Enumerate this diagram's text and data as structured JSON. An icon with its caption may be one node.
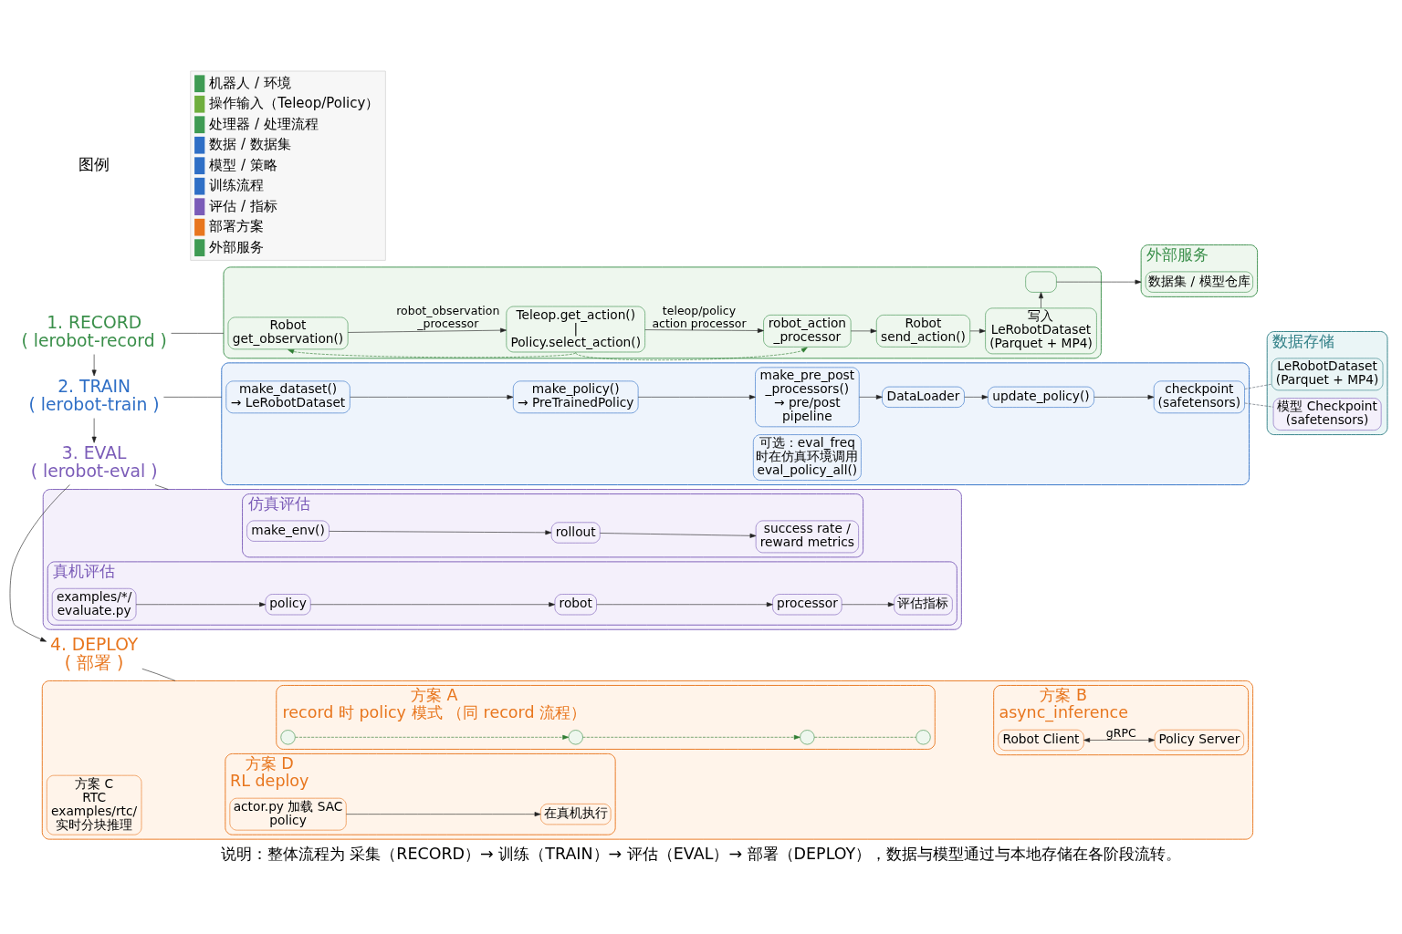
{
  "diagram": {
    "caption": "说明：整体流程为 采集（RECORD）→ 训练（TRAIN）→ 评估（EVAL）→ 部署（DEPLOY），数据与模型通过与本地存储在各阶段流转。",
    "nodes": [
      {
        "text": [
          "1. RECORD",
          "( lerobot-record )"
        ]
      },
      {
        "text": [],
        "shape": "box"
      },
      {
        "text": [
          "Robot",
          "get_observation()"
        ],
        "in": 1
      },
      {
        "text": [
          "Teleop.get_action() | Policy.select_action()"
        ],
        "in": 1
      },
      {
        "text": [
          "robot_action _processor"
        ],
        "in": 1
      },
      {
        "text": [
          "Robot",
          "send_action()"
        ],
        "in": 1
      },
      {
        "text": [
          "写入",
          "LeRobotDataset (Parquet + MP4)"
        ],
        "in": 1
      },
      {
        "text": [],
        "shape": "box",
        "in": 1
      },
      {
        "text": [
          "2. TRAIN",
          "( lerobot-train )"
        ]
      },
      {
        "text": [],
        "shape": "box"
      },
      {
        "text": [
          "make_dataset()",
          "→ LeRobotDataset"
        ],
        "in": 9
      },
      {
        "text": [
          "make_policy()",
          "→ PreTrainedPolicy"
        ],
        "in": 9
      },
      {
        "text": [
          "make_pre_post _processors()",
          "→ pre/post pipeline"
        ],
        "in": 9
      },
      {
        "text": [
          "DataLoader"
        ],
        "in": 9
      },
      {
        "text": [
          "update_policy()"
        ],
        "in": 9
      },
      {
        "text": [
          "checkpoint (safetensors)"
        ],
        "in": 9
      },
      {
        "text": [
          "可选：eval_freq 时在仿真环境调用 eval_policy_all()"
        ],
        "in": 9
      },
      {
        "text": [
          "3. EVAL",
          "( lerobot-eval )"
        ]
      },
      {
        "text": [],
        "shape": "box"
      },
      {
        "text": [
          "仿真评估"
        ],
        "in": 18
      },
      {
        "text": [
          "make_env()"
        ],
        "in": 19
      },
      {
        "text": [
          "rollout"
        ],
        "in": 19
      },
      {
        "text": [
          "success rate / reward metrics"
        ],
        "in": 19
      },
      {
        "text": [
          "真机评估"
        ],
        "in": 18
      },
      {
        "text": [
          "examples/*/ evaluate.py"
        ],
        "in": 23
      },
      {
        "text": [
          "policy"
        ],
        "in": 23
      },
      {
        "text": [
          "robot"
        ],
        "in": 23
      },
      {
        "text": [
          "processor"
        ],
        "in": 23
      },
      {
        "text": [
          "评估指标"
        ],
        "in": 23
      },
      {
        "text": [
          "4. DEPLOY",
          "( 部署 )"
        ]
      },
      {
        "text": [],
        "shape": "box"
      },
      {
        "text": [
          "方案 A",
          "record 时 policy 模式 （同 record 流程）"
        ],
        "in": 30
      },
      {
        "text": [],
        "shape": "circle",
        "in": 31
      },
      {
        "text": [],
        "shape": "circle",
        "in": 31
      },
      {
        "text": [],
        "shape": "circle",
        "in": 31
      },
      {
        "text": [],
        "shape": "circle",
        "in": 31
      },
      {
        "text": [
          "方案 B",
          "async_inference"
        ],
        "in": 30
      },
      {
        "text": [
          "Robot Client"
        ],
        "in": 36
      },
      {
        "text": [
          "Policy Server"
        ],
        "in": 36
      },
      {
        "text": [
          "方案 C",
          "RTC",
          "examples/rtc/ 实时分块推理"
        ],
        "in": 30
      },
      {
        "text": [
          "方案 D",
          "RL deploy"
        ],
        "in": 30
      },
      {
        "text": [
          "actor.py 加载 SAC policy"
        ],
        "in": 40
      },
      {
        "text": [
          "在真机执行"
        ],
        "in": 40
      },
      {
        "text": [
          "外部服务"
        ]
      },
      {
        "text": [
          "数据集 / 模型仓库"
        ],
        "in": 43
      },
      {
        "text": [
          "数据存储"
        ]
      },
      {
        "text": [
          "LeRobotDataset (Parquet + MP4)"
        ],
        "in": 45
      },
      {
        "text": [
          "模型 Checkpoint (safetensors)"
        ],
        "in": 45
      }
    ],
    "edges": [
      {
        "from": 0,
        "to": 1,
        "arrow": "none"
      },
      {
        "from": 0,
        "to": 8,
        "arrow": "to"
      },
      {
        "from": 8,
        "to": 9,
        "arrow": "none"
      },
      {
        "from": 8,
        "to": 17,
        "arrow": "to"
      },
      {
        "from": 17,
        "to": 18,
        "arrow": "none"
      },
      {
        "from": 17,
        "to": 29,
        "arrow": "to"
      },
      {
        "from": 29,
        "to": 30,
        "arrow": "none"
      },
      {
        "from": 2,
        "to": 3,
        "arrow": "to",
        "label": "robot_observation _processor"
      },
      {
        "from": 3,
        "to": 4,
        "arrow": "to",
        "label": "teleop/policy action processor"
      },
      {
        "from": 4,
        "to": 5,
        "arrow": "to"
      },
      {
        "from": 5,
        "to": 6,
        "arrow": "to"
      },
      {
        "from": 6,
        "to": 7,
        "arrow": "to"
      },
      {
        "from": 7,
        "to": 43,
        "arrow": "to"
      },
      {
        "from": 3,
        "to": 2,
        "arrow": "to",
        "style": "dashed",
        "color": "#2e7d32"
      },
      {
        "from": 3,
        "to": 4,
        "arrow": "to",
        "style": "dashed",
        "color": "#2e7d32"
      },
      {
        "from": 10,
        "to": 11,
        "arrow": "to"
      },
      {
        "from": 11,
        "to": 12,
        "arrow": "to"
      },
      {
        "from": 12,
        "to": 13,
        "arrow": "to"
      },
      {
        "from": 13,
        "to": 14,
        "arrow": "to"
      },
      {
        "from": 14,
        "to": 15,
        "arrow": "to"
      },
      {
        "from": 15,
        "to": 46,
        "arrow": "none",
        "style": "dashed",
        "color": "#555f6b"
      },
      {
        "from": 15,
        "to": 47,
        "arrow": "none",
        "style": "dashed",
        "color": "#555f6b"
      },
      {
        "from": 20,
        "to": 21,
        "arrow": "to"
      },
      {
        "from": 21,
        "to": 22,
        "arrow": "to"
      },
      {
        "from": 24,
        "to": 25,
        "arrow": "to"
      },
      {
        "from": 25,
        "to": 26,
        "arrow": "to"
      },
      {
        "from": 26,
        "to": 27,
        "arrow": "to"
      },
      {
        "from": 27,
        "to": 28,
        "arrow": "to"
      },
      {
        "from": 32,
        "to": 33,
        "arrow": "to",
        "style": "dashed",
        "color": "#2e7d32"
      },
      {
        "from": 33,
        "to": 34,
        "arrow": "to",
        "style": "dashed",
        "color": "#2e7d32"
      },
      {
        "from": 34,
        "to": 35,
        "arrow": "none",
        "style": "dashed",
        "color": "#2e7d32"
      },
      {
        "from": 37,
        "to": 38,
        "arrow": "both",
        "label": "gRPC"
      },
      {
        "from": 41,
        "to": 42,
        "arrow": "to"
      }
    ],
    "labels": [
      "图例"
    ],
    "legend": [
      {
        "text": "机器人 / 环境",
        "color": "#3f9b54"
      },
      {
        "text": "操作输入（Teleop/Policy）",
        "color": "#6fae3e"
      },
      {
        "text": "处理器 / 处理流程",
        "color": "#3f9b54"
      },
      {
        "text": "数据 / 数据集",
        "color": "#2f6fc6"
      },
      {
        "text": "模型 / 策略",
        "color": "#2f6fc6"
      },
      {
        "text": "训练流程",
        "color": "#2f6fc6"
      },
      {
        "text": "评估 / 指标",
        "color": "#7b5cb8"
      },
      {
        "text": "部署方案",
        "color": "#e8761e"
      },
      {
        "text": "外部服务",
        "color": "#3f9b54"
      }
    ]
  }
}
